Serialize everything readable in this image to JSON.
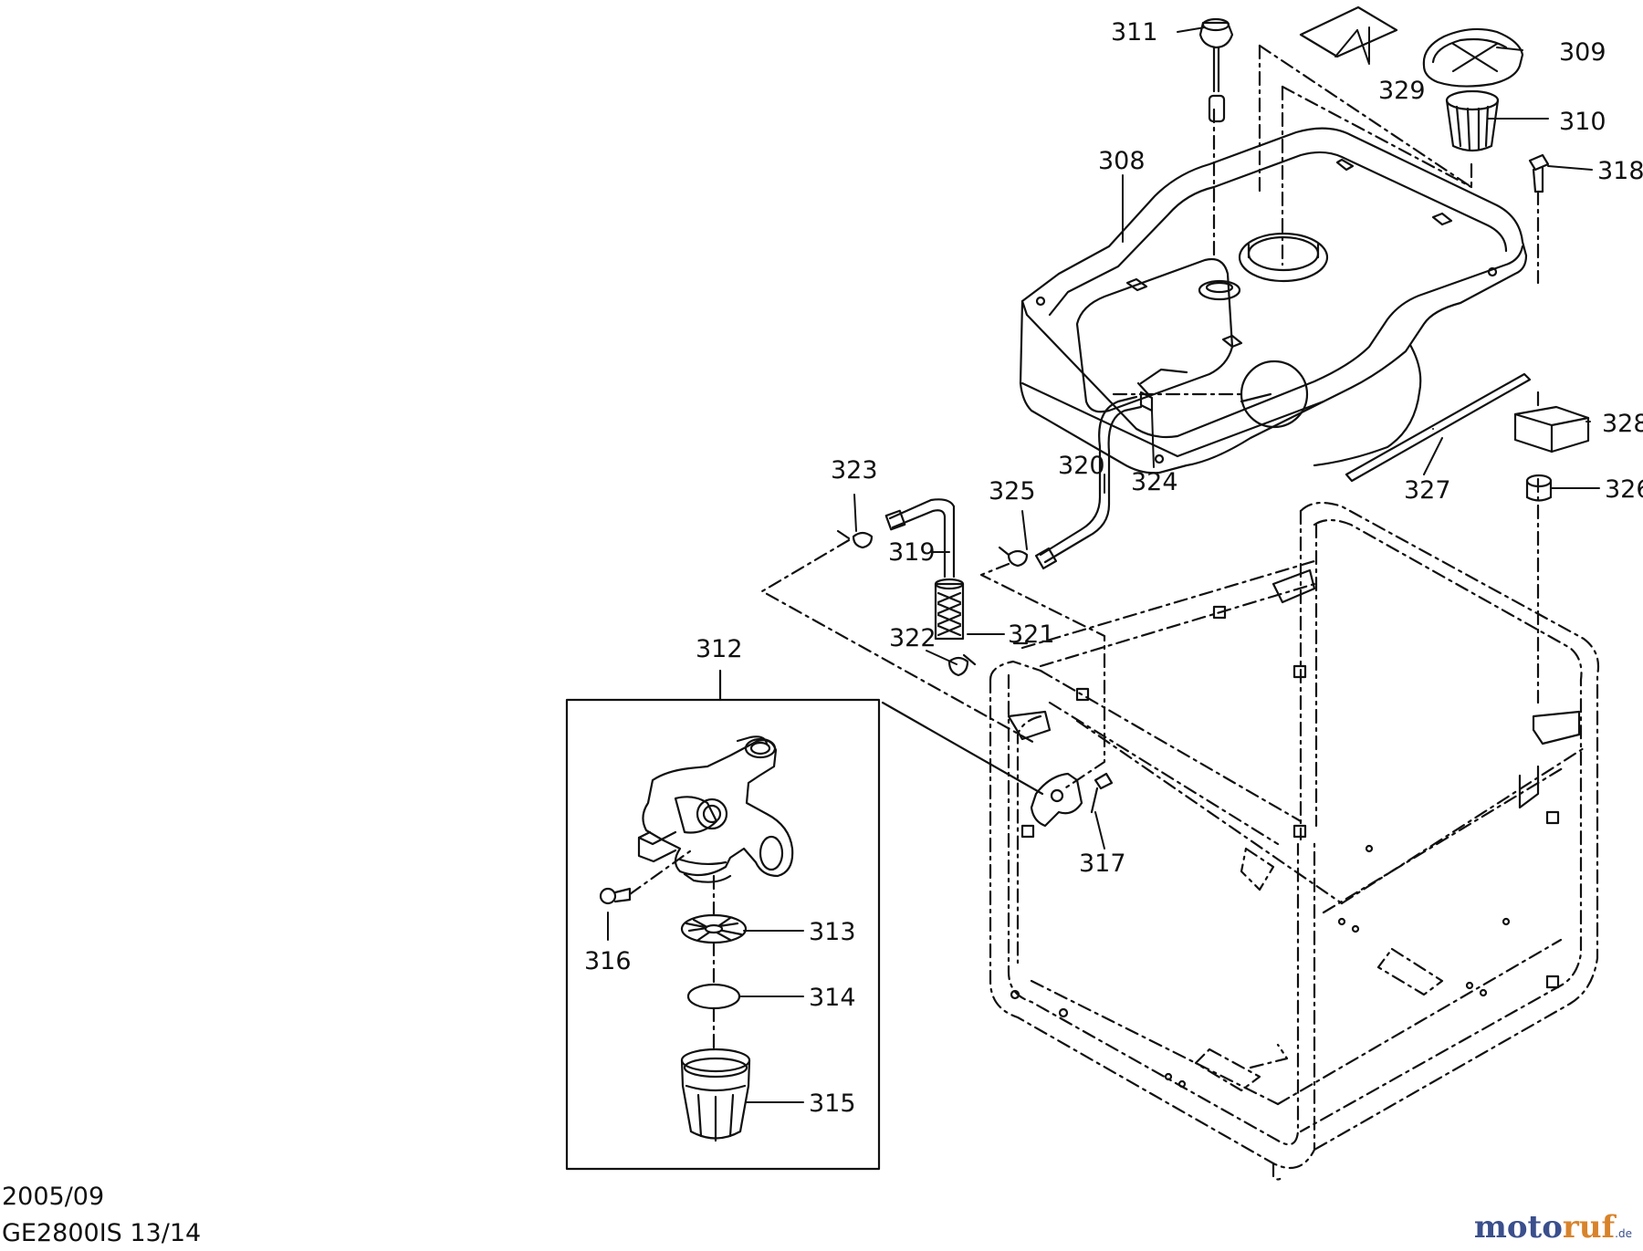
{
  "diagram": {
    "callouts": {
      "p308": "308",
      "p309": "309",
      "p310": "310",
      "p311": "311",
      "p312": "312",
      "p313": "313",
      "p314": "314",
      "p315": "315",
      "p316": "316",
      "p317": "317",
      "p318": "318",
      "p319": "319",
      "p320": "320",
      "p321": "321",
      "p322": "322",
      "p323": "323",
      "p324": "324",
      "p325": "325",
      "p326": "326",
      "p327": "327",
      "p328": "328",
      "p329": "329"
    }
  },
  "footer": {
    "date": "2005/09",
    "model_page": "GE2800IS 13/14"
  },
  "brand": {
    "name_main": "moto",
    "name_accent": "ruf",
    "tld": ".de",
    "colors": {
      "main": "#3a4f8c",
      "accent": "#d8832b"
    }
  }
}
